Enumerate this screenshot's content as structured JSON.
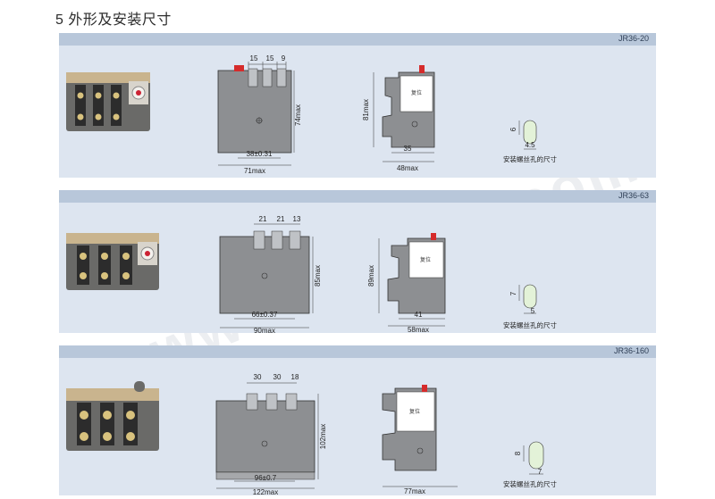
{
  "page": {
    "title": "5 外形及安装尺寸",
    "watermark": "www.zkh360.com"
  },
  "sections": [
    {
      "model": "JR36-20",
      "front_top_dims": [
        "15",
        "15",
        "9"
      ],
      "front_height_dim": "74max",
      "front_mount_dim": "38±0.31",
      "front_width_dim": "71max",
      "side_height_dim": "81max",
      "side_mount_dim": "35",
      "side_depth_dim": "48max",
      "hole_h_dim": "6",
      "hole_w_dim": "4.5",
      "hole_caption": "安装螺丝孔的尺寸",
      "side_label": "复位"
    },
    {
      "model": "JR36-63",
      "front_top_dims": [
        "21",
        "21",
        "13"
      ],
      "front_height_dim": "85max",
      "front_mount_dim": "66±0.37",
      "front_width_dim": "90max",
      "side_height_dim": "89max",
      "side_mount_dim": "41",
      "side_depth_dim": "58max",
      "hole_h_dim": "7",
      "hole_w_dim": "5",
      "hole_caption": "安装螺丝孔的尺寸",
      "side_label": "复位"
    },
    {
      "model": "JR36-160",
      "front_top_dims": [
        "30",
        "30",
        "18"
      ],
      "front_height_dim": "102max",
      "front_mount_dim": "96±0.7",
      "front_width_dim": "122max",
      "side_height_dim": "",
      "side_mount_dim": "",
      "side_depth_dim": "77max",
      "hole_h_dim": "8",
      "hole_w_dim": "7",
      "hole_caption": "安装螺丝孔的尺寸",
      "side_label": "复位"
    }
  ]
}
